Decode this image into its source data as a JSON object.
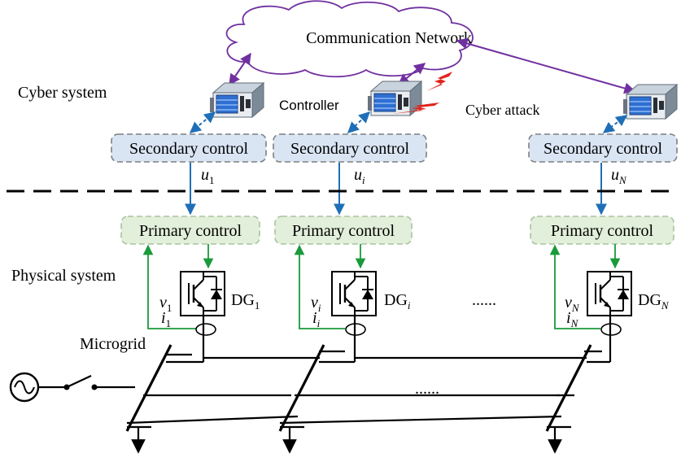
{
  "network": {
    "label": "Communication Network"
  },
  "layers": {
    "cyber": "Cyber system",
    "physical": "Physical system"
  },
  "controller_label": "Controller",
  "cyber_attack_label": "Cyber attack",
  "microgrid_label": "Microgrid",
  "ellipsis": "......",
  "units": [
    {
      "secondary": "Secondary control",
      "primary": "Primary control",
      "u_base": "u",
      "u_sub": "1",
      "v_base": "v",
      "v_sub": "1",
      "i_base": "i",
      "i_sub": "1",
      "dg_base": "DG",
      "dg_sub": "1"
    },
    {
      "secondary": "Secondary control",
      "primary": "Primary control",
      "u_base": "u",
      "u_sub": "i",
      "v_base": "v",
      "v_sub": "i",
      "i_base": "i",
      "i_sub": "i",
      "dg_base": "DG",
      "dg_sub": "i"
    },
    {
      "secondary": "Secondary control",
      "primary": "Primary control",
      "u_base": "u",
      "u_sub": "N",
      "v_base": "v",
      "v_sub": "N",
      "i_base": "i",
      "i_sub": "N",
      "dg_base": "DG",
      "dg_sub": "N"
    }
  ],
  "colors": {
    "secondary_fill": "#dae5f4",
    "primary_fill": "#e2efda",
    "comm_link": "#7030a0",
    "control_signal": "#1f6fb8",
    "measurement": "#1a9a3a",
    "attack": "#e0241b"
  }
}
